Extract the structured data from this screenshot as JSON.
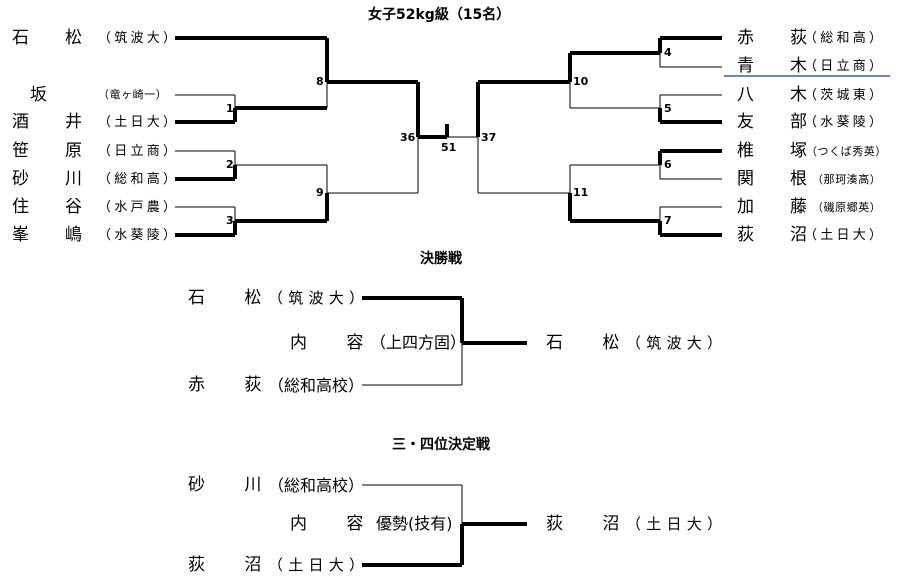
{
  "title": "女子52kg級（15名）",
  "left_players": [
    {
      "name": "石 松",
      "school": "（筑波大）"
    },
    {
      "name": "坂",
      "school": "（竜ヶ崎一）"
    },
    {
      "name": "酒 井",
      "school": "（土日大）"
    },
    {
      "name": "笹 原",
      "school": "（日立商）"
    },
    {
      "name": "砂 川",
      "school": "（総和高）"
    },
    {
      "name": "住 谷",
      "school": "（水戸農）"
    },
    {
      "name": "峯 嶋",
      "school": "（水葵陵）"
    }
  ],
  "right_players": [
    {
      "name": "赤 荻",
      "school": "（総和高）"
    },
    {
      "name": "青 木",
      "school": "（日立商）"
    },
    {
      "name": "八 木",
      "school": "（茨城東）"
    },
    {
      "name": "友 部",
      "school": "（水葵陵）"
    },
    {
      "name": "椎 塚",
      "school": "（つくば秀英）"
    },
    {
      "name": "関 根",
      "school": "（那珂湊高）"
    },
    {
      "name": "加 藤",
      "school": "（磯原郷英）"
    },
    {
      "name": "荻 沼",
      "school": "（土日大）"
    }
  ],
  "match_numbers": {
    "m1": "1",
    "m2": "2",
    "m3": "3",
    "m4": "4",
    "m5": "5",
    "m6": "6",
    "m7": "7",
    "m8": "8",
    "m9": "9",
    "m10": "10",
    "m11": "11",
    "m36": "36",
    "m37": "37",
    "m51": "51"
  },
  "final": {
    "heading": "決勝戦",
    "player_a": {
      "name": "石 松",
      "school": "（筑波大）"
    },
    "player_b": {
      "name": "赤 荻",
      "school": "（総和高校）"
    },
    "content_label": "内 容",
    "content_value": "（上四方固）",
    "winner": {
      "name": "石 松",
      "school": "（筑波大）"
    }
  },
  "third_place": {
    "heading": "三・四位決定戦",
    "player_a": {
      "name": "砂 川",
      "school": "（総和高校）"
    },
    "player_b": {
      "name": "荻 沼",
      "school": "（土日大）"
    },
    "content_label": "内 容",
    "content_value": "優勢(技有)",
    "winner": {
      "name": "荻 沼",
      "school": "（土日大）"
    }
  }
}
